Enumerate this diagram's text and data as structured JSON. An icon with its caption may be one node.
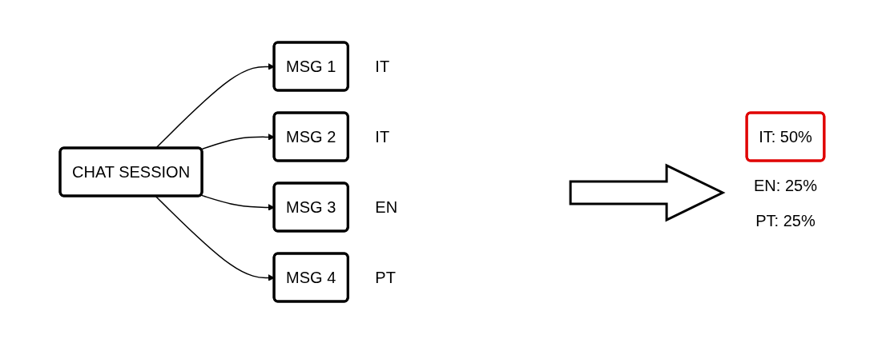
{
  "diagram": {
    "nodes": [
      {
        "text": [
          "CHAT SESSION"
        ]
      },
      {
        "text": [
          "MSG 1"
        ],
        "beside": [
          "IT"
        ]
      },
      {
        "text": [
          "MSG 2"
        ],
        "beside": [
          "IT"
        ]
      },
      {
        "text": [
          "MSG 3"
        ],
        "beside": [
          "EN"
        ]
      },
      {
        "text": [
          "MSG 4"
        ],
        "beside": [
          "PT"
        ]
      },
      {
        "text": [
          "IT: 50%"
        ]
      }
    ],
    "edges": [
      {
        "from": 0,
        "to": 1,
        "arrow": "to"
      },
      {
        "from": 0,
        "to": 2,
        "arrow": "to"
      },
      {
        "from": 0,
        "to": 3,
        "arrow": "to"
      },
      {
        "from": 0,
        "to": 4,
        "arrow": "to"
      }
    ],
    "labels": [
      "EN: 25%",
      "PT: 25%"
    ]
  }
}
